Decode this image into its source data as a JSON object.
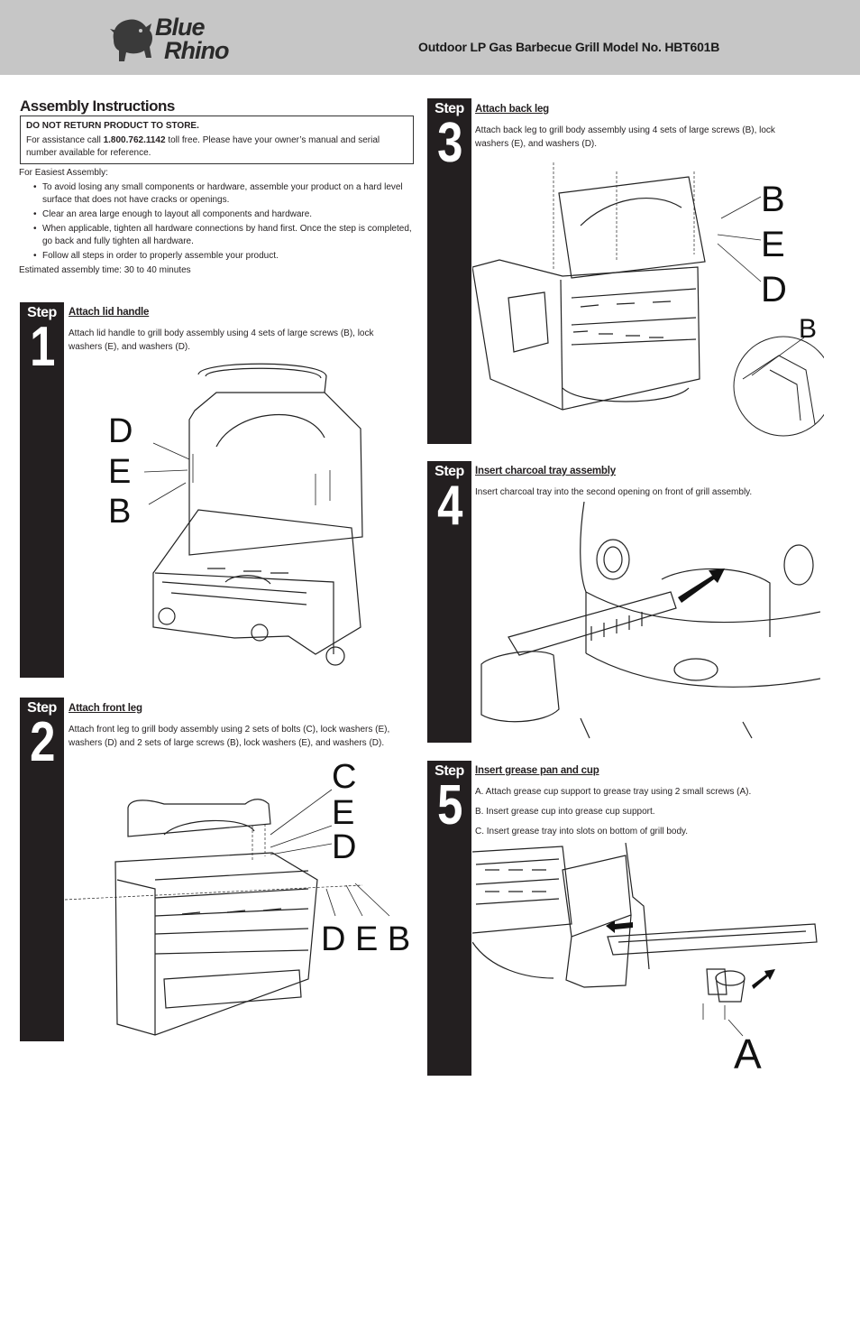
{
  "header": {
    "logo_line1": "Blue",
    "logo_line2": "Rhino",
    "title": "Outdoor LP Gas Barbecue Grill Model No. HBT601B"
  },
  "intro": {
    "title": "Assembly Instructions",
    "notice_heading": "DO NOT RETURN PRODUCT TO STORE.",
    "notice_pre": "For assistance call ",
    "notice_phone": "1.800.762.1142",
    "notice_post": " toll free. Please have your owner’s manual and serial number available for reference.",
    "easiest": "For Easiest Assembly:",
    "bullets": [
      "To avoid losing any small components or hardware, assemble your product on a hard level surface that does not have cracks or openings.",
      "Clear an area large enough to layout all components and hardware.",
      "When applicable, tighten all hardware connections by hand first. Once the step is completed, go back and fully tighten all hardware.",
      "Follow all steps in order to properly assemble your product."
    ],
    "estimate": "Estimated assembly time: 30 to 40 minutes"
  },
  "steps": [
    {
      "word": "Step",
      "number": "1",
      "title": "Attach lid handle",
      "lines": [
        "Attach lid handle to grill body assembly using 4 sets of large screws (B), lock washers (E), and washers (D)."
      ],
      "labels": [
        "D",
        "E",
        "B"
      ]
    },
    {
      "word": "Step",
      "number": "2",
      "title": "Attach front leg",
      "lines": [
        "Attach front leg to grill body assembly using 2 sets of bolts (C), lock washers (E), washers (D) and 2 sets of large screws (B), lock washers (E), and washers (D)."
      ],
      "labels": [
        "C",
        "E",
        "D",
        "D E B"
      ]
    },
    {
      "word": "Step",
      "number": "3",
      "title": "Attach back leg",
      "lines": [
        "Attach back leg to grill body assembly using 4 sets of large screws (B), lock washers (E), and washers (D)."
      ],
      "labels": [
        "B",
        "E",
        "D",
        "B"
      ]
    },
    {
      "word": "Step",
      "number": "4",
      "title": "Insert charcoal tray assembly",
      "lines": [
        "Insert charcoal tray into the second opening on front of grill assembly."
      ],
      "labels": []
    },
    {
      "word": "Step",
      "number": "5",
      "title": "Insert grease pan and cup",
      "lines": [
        "A. Attach grease cup support to grease tray using 2 small screws (A).",
        "B. Insert grease cup into grease cup support.",
        "C. Insert grease tray into slots on bottom of grill body."
      ],
      "labels": [
        "A"
      ]
    }
  ]
}
